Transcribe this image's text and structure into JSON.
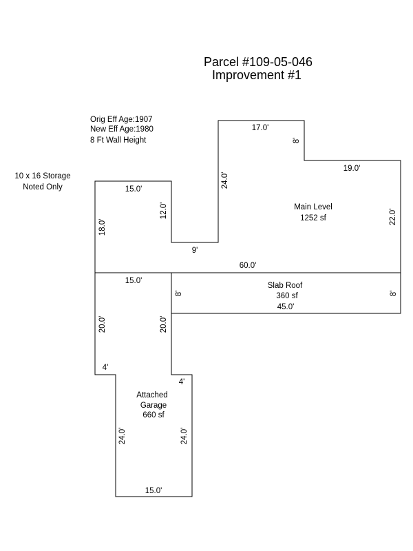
{
  "header": {
    "parcel": "Parcel #109-05-046",
    "improvement": "Improvement #1"
  },
  "notes": {
    "orig_eff_age": "Orig Eff Age:1907",
    "new_eff_age": "New Eff Age:1980",
    "wall_height": "8 Ft Wall Height",
    "storage_line1": "10 x 16 Storage",
    "storage_line2": "Noted Only"
  },
  "areas": {
    "main_level": {
      "name": "Main Level",
      "size": "1252 sf"
    },
    "slab_roof": {
      "name": "Slab Roof",
      "size": "360 sf"
    },
    "garage": {
      "name_line1": "Attached",
      "name_line2": "Garage",
      "size": "660 sf"
    }
  },
  "dimensions": {
    "main_top_left": "15.0'",
    "main_left": "18.0'",
    "notch_right": "12.0'",
    "notch_bottom": "9'",
    "tower_left": "24.0'",
    "tower_top": "17.0'",
    "tower_step": "8'",
    "main_top_right": "19.0'",
    "main_right": "22.0'",
    "main_bottom": "60.0'",
    "slab_left": "8'",
    "slab_right": "8'",
    "slab_bottom": "45.0'",
    "garage_top": "15.0'",
    "garage_upper_left": "20.0'",
    "garage_upper_right": "20.0'",
    "garage_step_left": "4'",
    "garage_step_right": "4'",
    "garage_lower_left": "24.0'",
    "garage_lower_right": "24.0'",
    "garage_bottom": "15.0'"
  }
}
